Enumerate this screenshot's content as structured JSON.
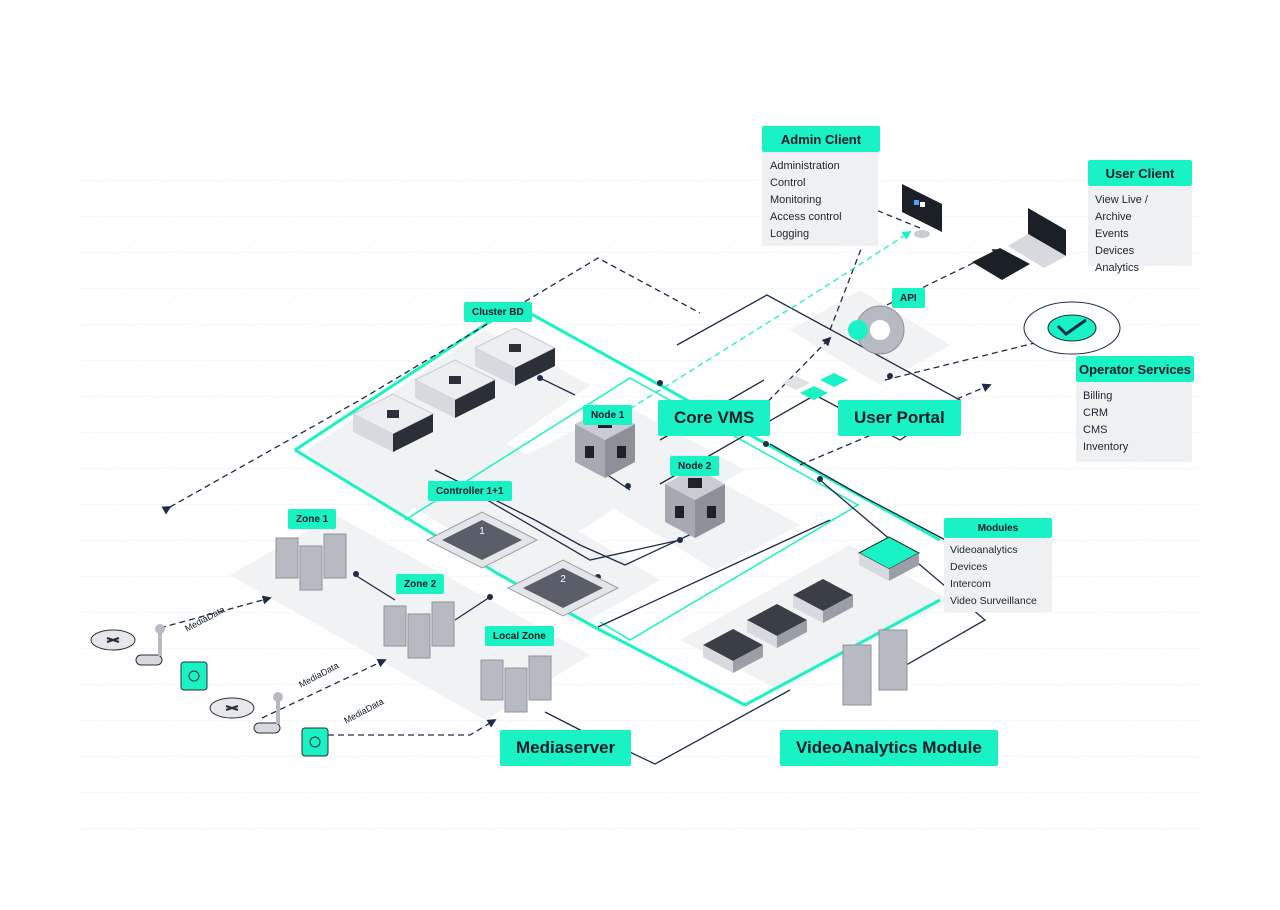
{
  "colors": {
    "accent": "#19f2c4",
    "line": "#1f2b47",
    "device_light": "#e6e7eb",
    "device_dark": "#2b2f38",
    "panel": "#eef0f2"
  },
  "panels": {
    "admin_client": {
      "title": "Admin Client",
      "items": [
        "Administration",
        "Control",
        "Monitoring",
        "Access control",
        "Logging"
      ]
    },
    "user_client": {
      "title": "User Client",
      "items": [
        "View Live / Archive",
        "Events",
        "Devices",
        "Analytics"
      ]
    },
    "operator_services": {
      "title": "Operator Services",
      "items": [
        "Billing",
        "CRM",
        "CMS",
        "Inventory"
      ]
    },
    "modules": {
      "title": "Modules",
      "items": [
        "Videoanalytics",
        "Devices",
        "Intercom",
        "Video Surveillance"
      ]
    }
  },
  "labels": {
    "cluster_bd": "Cluster BD",
    "api": "API",
    "node1": "Node 1",
    "node2": "Node 2",
    "core_vms": "Core VMS",
    "user_portal": "User Portal",
    "controller": "Controller 1+1",
    "zone1": "Zone 1",
    "zone2": "Zone 2",
    "local_zone": "Local Zone",
    "mediaserver": "Mediaserver",
    "videoanalytics_module": "VideoAnalytics Module",
    "media_data": "MediaData",
    "chip1": "1",
    "chip2": "2"
  },
  "icons": [
    "monitor-icon",
    "laptop-icon",
    "tablet-icon",
    "phone-icon",
    "gear-icon",
    "check-disc-icon",
    "server-icon",
    "cube-node-icon",
    "chip-icon",
    "server-rack-icon",
    "router-icon",
    "camera-icon",
    "module-icon"
  ]
}
